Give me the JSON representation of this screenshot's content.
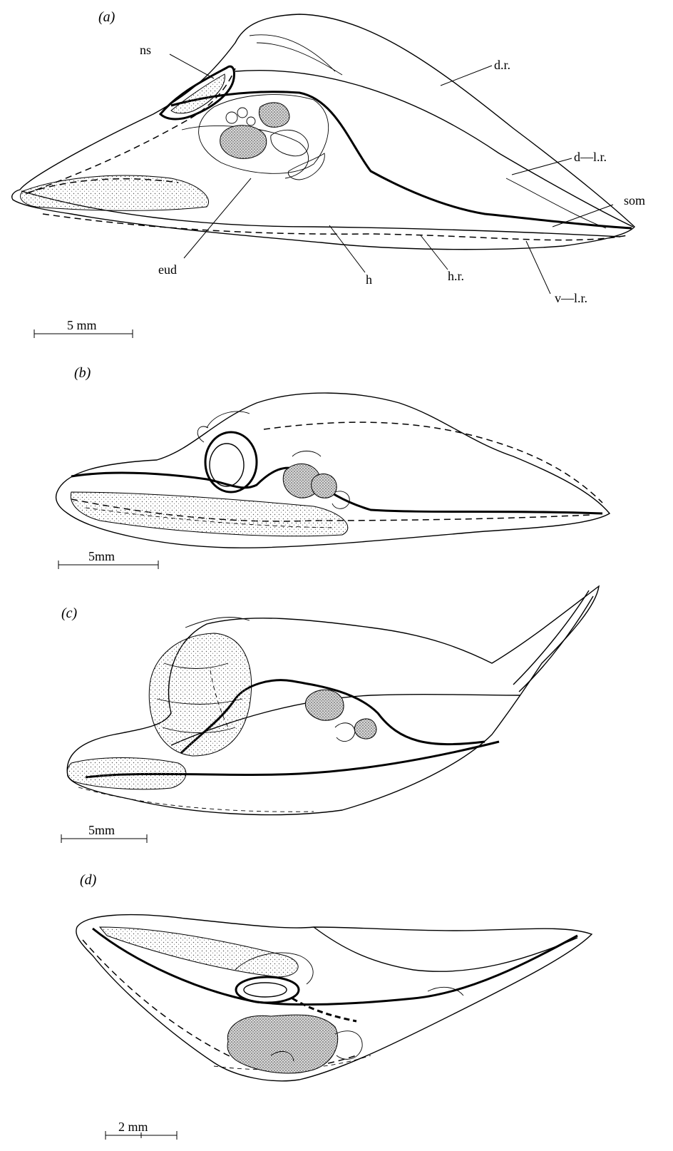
{
  "panels": [
    {
      "id": "a",
      "panel_label": "(a)",
      "scale_bar_label": "5 mm",
      "labels": {
        "ns": "ns",
        "dr": "d.r.",
        "dlr": "d—l.r.",
        "som": "som",
        "vlr": "v—l.r.",
        "hr": "h.r.",
        "h": "h",
        "eud": "eud"
      }
    },
    {
      "id": "b",
      "panel_label": "(b)",
      "scale_bar_label": "5mm"
    },
    {
      "id": "c",
      "panel_label": "(c)",
      "scale_bar_label": "5mm"
    },
    {
      "id": "d",
      "panel_label": "(d)",
      "scale_bar_label": "2 mm"
    }
  ]
}
